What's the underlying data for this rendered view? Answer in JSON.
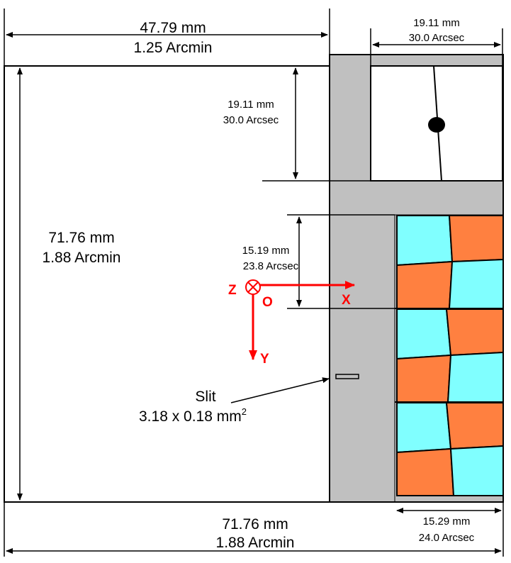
{
  "colors": {
    "gray_frame": "#c0c0c0",
    "cyan_tile": "#80ffff",
    "orange_tile": "#ff8040",
    "axis_red": "#ff0000",
    "ink": "#000000"
  },
  "dimensions": {
    "top_width": {
      "mm": "47.79 mm",
      "arc": "1.25 Arcmin"
    },
    "top_right_width": {
      "mm": "19.11 mm",
      "arc": "30.0 Arcsec"
    },
    "inner_height": {
      "mm": "19.11 mm",
      "arc": "30.0 Arcsec"
    },
    "left_height": {
      "mm": "71.76 mm",
      "arc": "1.88 Arcmin"
    },
    "block_height": {
      "mm": "15.19 mm",
      "arc": "23.8 Arcsec"
    },
    "bottom_width": {
      "mm": "71.76 mm",
      "arc": "1.88 Arcmin"
    },
    "bottom_right_width": {
      "mm": "15.29 mm",
      "arc": "24.0 Arcsec"
    }
  },
  "axes": {
    "z": "Z",
    "origin": "O",
    "x": "X",
    "y": "Y"
  },
  "slit": {
    "label": "Slit",
    "size": "3.18 x 0.18 mm",
    "exponent": "2"
  }
}
